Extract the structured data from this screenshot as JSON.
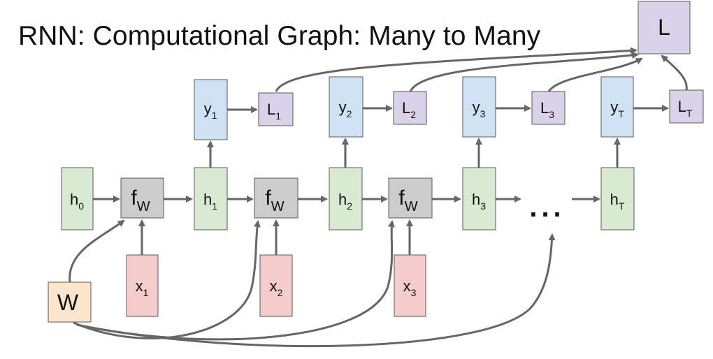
{
  "title": "RNN: Computational Graph: Many to Many",
  "colors": {
    "hidden_fill": "#d9ead3",
    "input_fill": "#f4cccc",
    "output_fill": "#cfe2f3",
    "loss_fill": "#d9d2e9",
    "func_fill": "#cccccc",
    "weight_fill": "#fce5cd",
    "stroke": "#595959",
    "arrow": "#666666"
  },
  "nodes": {
    "h0": {
      "main": "h",
      "sub": "0"
    },
    "h1": {
      "main": "h",
      "sub": "1"
    },
    "h2": {
      "main": "h",
      "sub": "2"
    },
    "h3": {
      "main": "h",
      "sub": "3"
    },
    "hT": {
      "main": "h",
      "sub": "T"
    },
    "f1": {
      "main": "f",
      "sub": "W"
    },
    "f2": {
      "main": "f",
      "sub": "W"
    },
    "f3": {
      "main": "f",
      "sub": "W"
    },
    "x1": {
      "main": "x",
      "sub": "1"
    },
    "x2": {
      "main": "x",
      "sub": "2"
    },
    "x3": {
      "main": "x",
      "sub": "3"
    },
    "y1": {
      "main": "y",
      "sub": "1"
    },
    "y2": {
      "main": "y",
      "sub": "2"
    },
    "y3": {
      "main": "y",
      "sub": "3"
    },
    "yT": {
      "main": "y",
      "sub": "T"
    },
    "L1": {
      "main": "L",
      "sub": "1"
    },
    "L2": {
      "main": "L",
      "sub": "2"
    },
    "L3": {
      "main": "L",
      "sub": "3"
    },
    "LT": {
      "main": "L",
      "sub": "T"
    },
    "L": {
      "main": "L"
    },
    "W": {
      "main": "W"
    }
  },
  "ellipsis": "..."
}
